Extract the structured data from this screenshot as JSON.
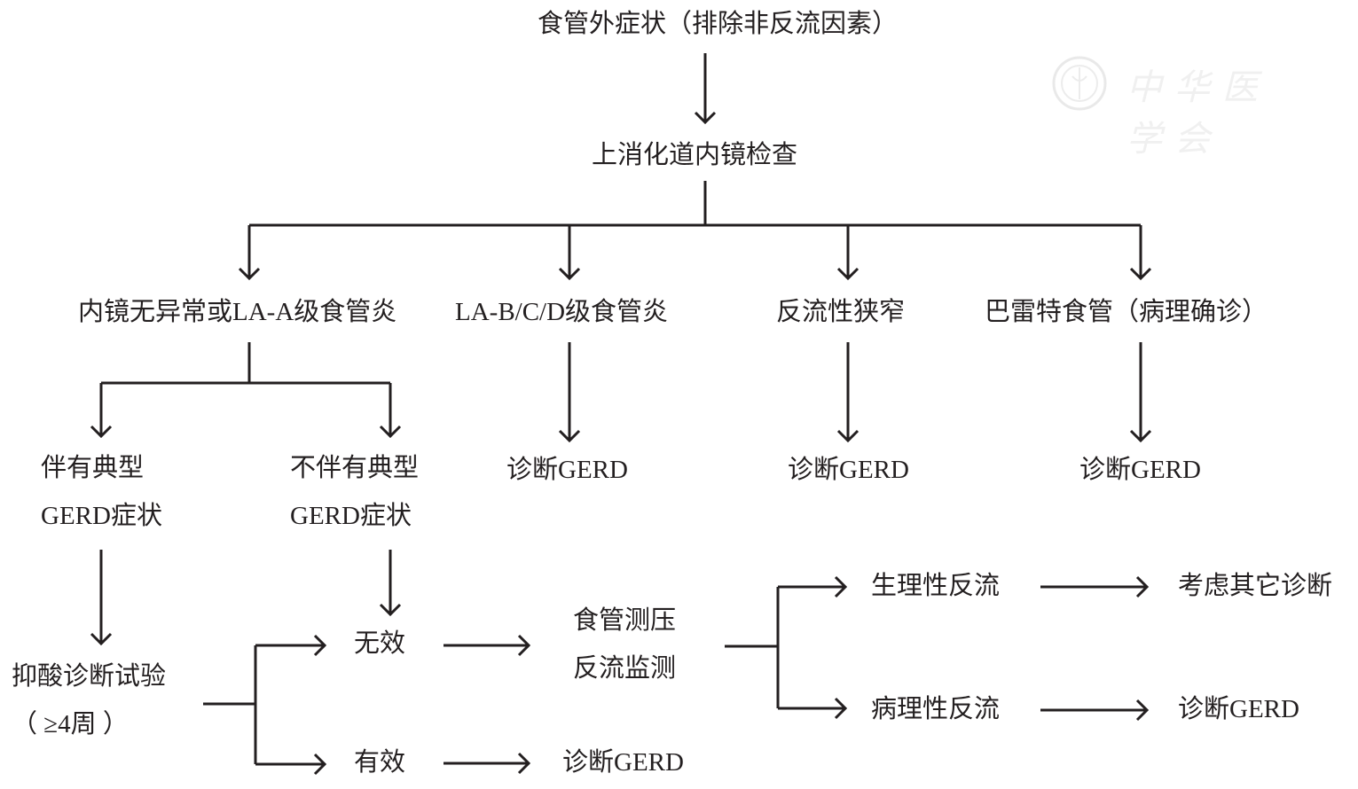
{
  "diagram": {
    "type": "flowchart",
    "colors": {
      "line": "#231f20",
      "text": "#231f20",
      "watermark": "#e0e0e0"
    },
    "watermark": {
      "text": "中华医学会",
      "icon": "society-seal-icon"
    },
    "nodes": {
      "root": "食管外症状（排除非反流因素）",
      "endoscopy": "上消化道内镜检查",
      "normal_or_la_a": "内镜无异常或LA-A级食管炎",
      "la_bcd": "LA-B/C/D级食管炎",
      "stricture": "反流性狭窄",
      "barrett": "巴雷特食管（病理确诊）",
      "with_typical": [
        "伴有典型",
        "GERD症状"
      ],
      "without_typical": [
        "不伴有典型",
        "GERD症状"
      ],
      "dx_la_bcd": "诊断GERD",
      "dx_stricture": "诊断GERD",
      "dx_barrett": "诊断GERD",
      "ppi_trial": [
        "抑酸诊断试验",
        "（ ≥4周 ）"
      ],
      "ineffective": "无效",
      "effective": "有效",
      "manometry": [
        "食管测压",
        "反流监测"
      ],
      "dx_effective": "诊断GERD",
      "physiologic": "生理性反流",
      "pathologic": "病理性反流",
      "other_dx": "考虑其它诊断",
      "dx_pathologic": "诊断GERD"
    },
    "edges": [
      [
        "root",
        "endoscopy"
      ],
      [
        "endoscopy",
        "normal_or_la_a"
      ],
      [
        "endoscopy",
        "la_bcd"
      ],
      [
        "endoscopy",
        "stricture"
      ],
      [
        "endoscopy",
        "barrett"
      ],
      [
        "normal_or_la_a",
        "with_typical"
      ],
      [
        "normal_or_la_a",
        "without_typical"
      ],
      [
        "la_bcd",
        "dx_la_bcd"
      ],
      [
        "stricture",
        "dx_stricture"
      ],
      [
        "barrett",
        "dx_barrett"
      ],
      [
        "with_typical",
        "ppi_trial"
      ],
      [
        "without_typical",
        "ineffective"
      ],
      [
        "ppi_trial",
        "ineffective"
      ],
      [
        "ppi_trial",
        "effective"
      ],
      [
        "ineffective",
        "manometry"
      ],
      [
        "effective",
        "dx_effective"
      ],
      [
        "manometry",
        "physiologic"
      ],
      [
        "manometry",
        "pathologic"
      ],
      [
        "physiologic",
        "other_dx"
      ],
      [
        "pathologic",
        "dx_pathologic"
      ]
    ]
  }
}
